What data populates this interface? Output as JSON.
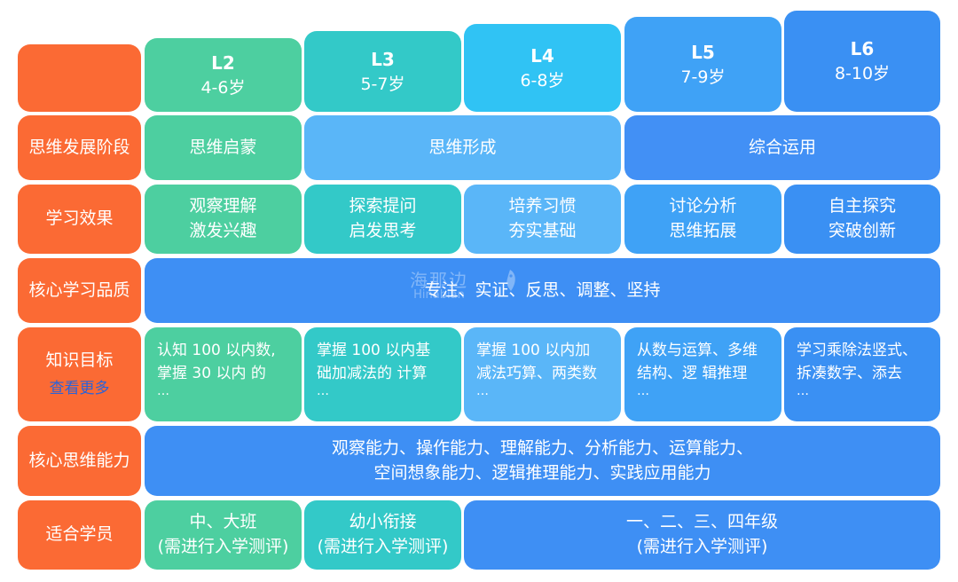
{
  "levels": [
    {
      "level": "L2",
      "age": "4-6岁"
    },
    {
      "level": "L3",
      "age": "5-7岁"
    },
    {
      "level": "L4",
      "age": "6-8岁"
    },
    {
      "level": "L5",
      "age": "7-9岁"
    },
    {
      "level": "L6",
      "age": "8-10岁"
    }
  ],
  "row_labels": {
    "stage": "思维发展阶段",
    "effect": "学习效果",
    "quality": "核心学习品质",
    "goal": "知识目标",
    "goal_more": "查看更多",
    "ability": "核心思维能力",
    "student": "适合学员"
  },
  "stage": [
    "思维启蒙",
    "思维形成",
    "综合运用"
  ],
  "effect": [
    {
      "l1": "观察理解",
      "l2": "激发兴趣"
    },
    {
      "l1": "探索提问",
      "l2": "启发思考"
    },
    {
      "l1": "培养习惯",
      "l2": "夯实基础"
    },
    {
      "l1": "讨论分析",
      "l2": "思维拓展"
    },
    {
      "l1": "自主探究",
      "l2": "突破创新"
    }
  ],
  "quality": "专注、实证、反思、调整、坚持",
  "goals": [
    {
      "l1": "认知 100 以内数,",
      "l2": "掌握 30 以内 的",
      "ell": "…"
    },
    {
      "l1": "掌握 100 以内基",
      "l2": "础加减法的 计算",
      "ell": "…"
    },
    {
      "l1": "掌握 100 以内加",
      "l2": "减法巧算、两类数",
      "ell": "…"
    },
    {
      "l1": "从数与运算、多维",
      "l2": "结构、逻 辑推理",
      "ell": "…"
    },
    {
      "l1": "学习乘除法竖式、",
      "l2": "拆凑数字、添去",
      "ell": "…"
    }
  ],
  "ability": {
    "l1": "观察能力、操作能力、理解能力、分析能力、运算能力、",
    "l2": "空间想象能力、逻辑推理能力、实践应用能力"
  },
  "students": [
    {
      "l1": "中、大班",
      "l2": "(需进行入学测评)"
    },
    {
      "l1": "幼小衔接",
      "l2": "(需进行入学测评)"
    },
    {
      "l1": "一、二、三、四年级",
      "l2": "(需进行入学测评)"
    }
  ],
  "watermark": {
    "cn": "海那边",
    "en": "Hinabian"
  }
}
